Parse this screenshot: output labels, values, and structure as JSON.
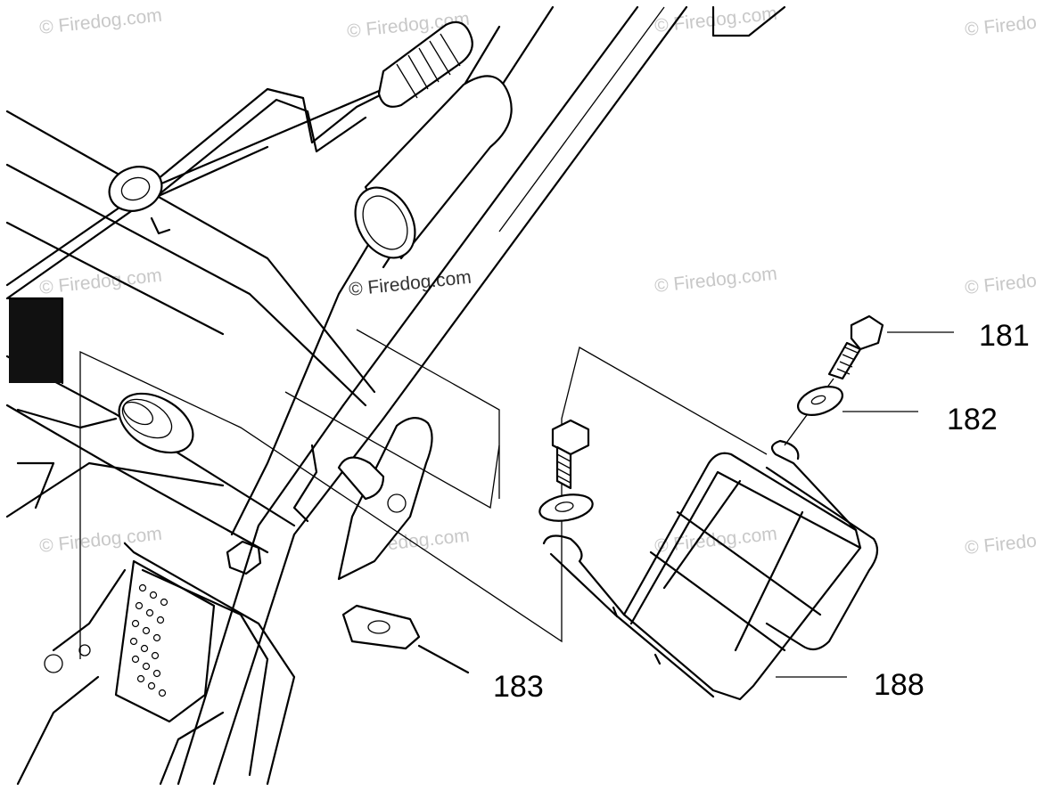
{
  "diagram": {
    "callouts": [
      {
        "id": "181",
        "label": "181"
      },
      {
        "id": "182",
        "label": "182"
      },
      {
        "id": "183",
        "label": "183"
      },
      {
        "id": "188",
        "label": "188"
      }
    ],
    "watermark": "© Firedog.com",
    "watermark_clipped": "© Firedo"
  }
}
